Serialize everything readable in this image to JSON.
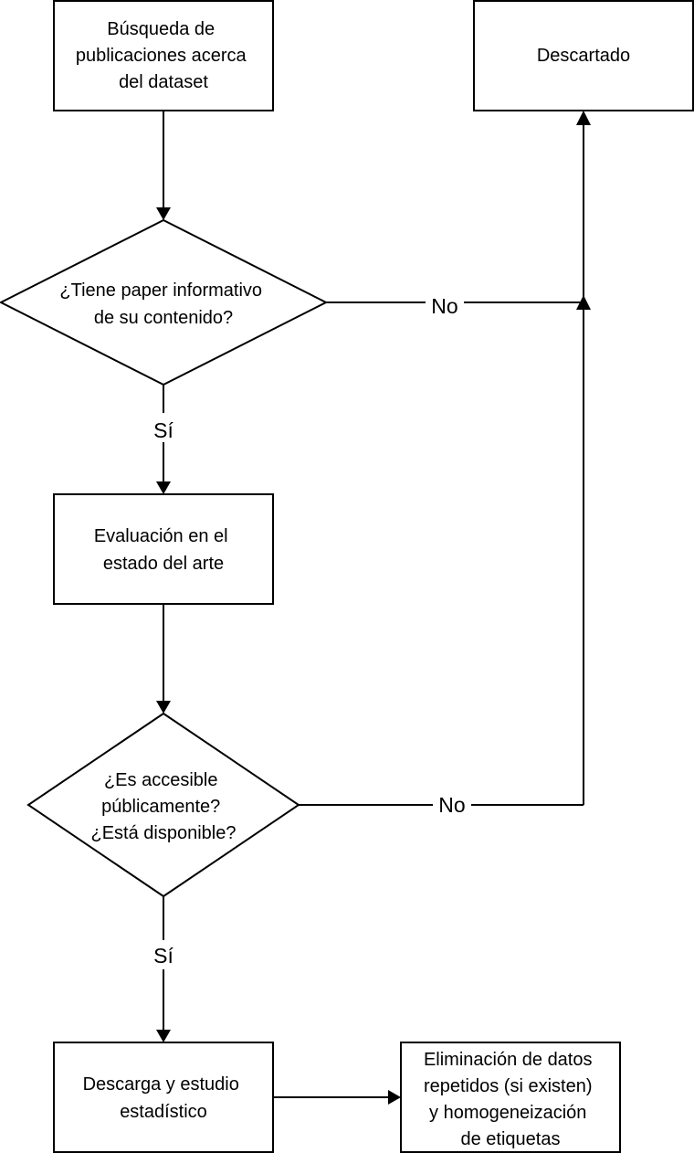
{
  "nodes": {
    "search": {
      "lines": [
        "Búsqueda de",
        "publicaciones acerca",
        "del dataset"
      ]
    },
    "discarded": {
      "lines": [
        "Descartado"
      ]
    },
    "has_paper": {
      "lines": [
        "¿Tiene paper informativo",
        "de su contenido?"
      ]
    },
    "evaluation": {
      "lines": [
        "Evaluación en el",
        "estado del arte"
      ]
    },
    "accessible": {
      "lines": [
        "¿Es accesible",
        "públicamente?",
        "¿Está disponible?"
      ]
    },
    "download": {
      "lines": [
        "Descarga y estudio",
        "estadístico"
      ]
    },
    "cleanup": {
      "lines": [
        "Eliminación de datos",
        "repetidos (si existen)",
        "y homogeneización",
        "de etiquetas"
      ]
    }
  },
  "edges": {
    "no_label_1": "No",
    "yes_label_1": "Sí",
    "no_label_2": "No",
    "yes_label_2": "Sí"
  }
}
